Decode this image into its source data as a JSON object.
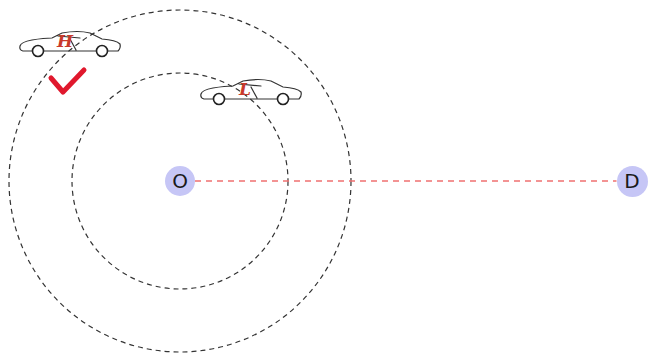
{
  "diagram": {
    "nodes": [
      {
        "text": [
          "H"
        ]
      },
      {
        "text": [
          "L"
        ]
      },
      {
        "text": [
          "O"
        ]
      },
      {
        "text": [
          "D"
        ]
      }
    ],
    "edges": [
      {
        "from": 2,
        "to": 3,
        "arrow": "none"
      }
    ]
  }
}
